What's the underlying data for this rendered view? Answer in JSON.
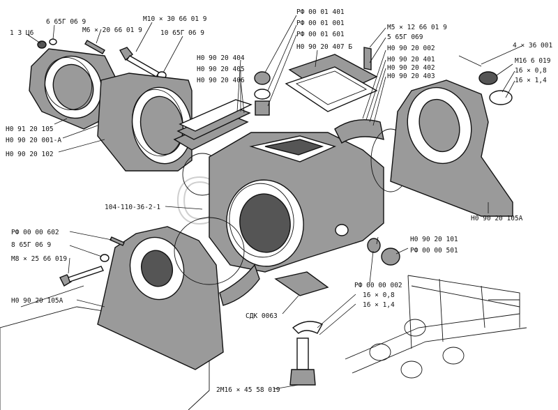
{
  "watermark": "CDEM",
  "labels": [
    {
      "id": "1-3-c6",
      "text": "1 3 Ц6"
    },
    {
      "id": "6-65g-069-a",
      "text": "6 65Г 06 9"
    },
    {
      "id": "m6-20-66-019",
      "text": "М6 × 20 66 01 9"
    },
    {
      "id": "m10-30-66-019",
      "text": "М10 × 30 66 01 9"
    },
    {
      "id": "10-65g-069",
      "text": "10 65Г 06 9"
    },
    {
      "id": "rf-00-01-401",
      "text": "РФ 00 01 401"
    },
    {
      "id": "rf-00-01-001",
      "text": "РФ 00 01 001"
    },
    {
      "id": "rf-00-01-601",
      "text": "РФ 00 01 601"
    },
    {
      "id": "n-090-20-407b",
      "text": "Н0 90 20 407 Б"
    },
    {
      "id": "m5-12-66-019",
      "text": "М5 × 12 66 01 9"
    },
    {
      "id": "5-65g-069",
      "text": "5 65Г 069"
    },
    {
      "id": "n-090-20-002",
      "text": "Н0 90 20 002"
    },
    {
      "id": "n-090-20-401",
      "text": "Н0 90 20 401"
    },
    {
      "id": "n-090-20-402",
      "text": "Н0 90 20 402"
    },
    {
      "id": "n-090-20-403",
      "text": "Н0 90 20 403"
    },
    {
      "id": "4-36-001",
      "text": "4 × 36 001"
    },
    {
      "id": "m16-6-019",
      "text": "М16 6 019"
    },
    {
      "id": "16-08-top",
      "text": "16 × 0,8"
    },
    {
      "id": "16-14-top",
      "text": "16 × 1,4"
    },
    {
      "id": "n-090-20-404",
      "text": "Н0 90 20 404"
    },
    {
      "id": "n-090-20-405",
      "text": "Н0 90 20 405"
    },
    {
      "id": "n-090-20-406",
      "text": "Н0 90 20 406"
    },
    {
      "id": "n-091-20-105",
      "text": "Н0 91 20 105"
    },
    {
      "id": "n-090-20-001a",
      "text": "Н0 90 20 001-А"
    },
    {
      "id": "n-090-20-102",
      "text": "Н0 90 20 102"
    },
    {
      "id": "104-110-36-2-1",
      "text": "104-110-36-2-1"
    },
    {
      "id": "n-090-20-105a-right",
      "text": "Н0 90 20 105А"
    },
    {
      "id": "rf-00-00-602",
      "text": "РФ 00 00 602"
    },
    {
      "id": "8-65g-069",
      "text": "8 65Г 06 9"
    },
    {
      "id": "m8-25-66-019",
      "text": "М8 × 25 66 019"
    },
    {
      "id": "n-090-20-101",
      "text": "Н0 90 20 101"
    },
    {
      "id": "rf-00-00-501",
      "text": "РФ 00 00 501"
    },
    {
      "id": "rf-00-00-002",
      "text": "РФ 00 00 002"
    },
    {
      "id": "16-08-bot",
      "text": "16 × 0,8"
    },
    {
      "id": "16-14-bot",
      "text": "16 × 1,4"
    },
    {
      "id": "n-090-20-105a-left",
      "text": "Н0 90 20 105А"
    },
    {
      "id": "sdk-0063",
      "text": "СДК 0063"
    },
    {
      "id": "2m16-45-58-019",
      "text": "2М16 × 45 58 019"
    }
  ]
}
